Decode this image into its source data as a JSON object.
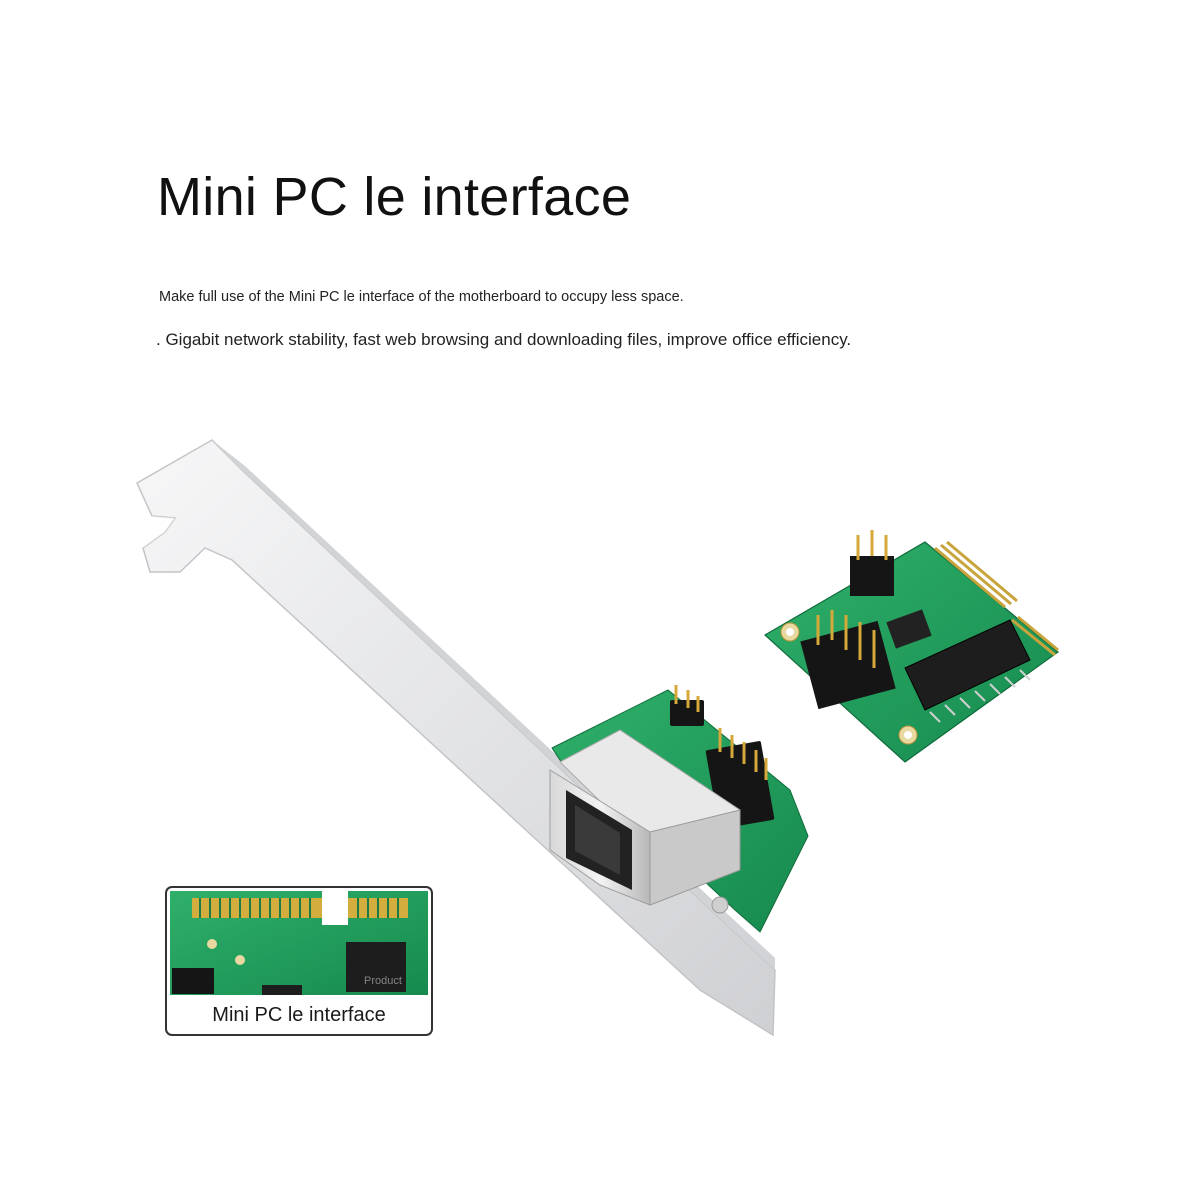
{
  "heading": {
    "title": "Mini PC le interface",
    "line1": "Make full use of the Mini PC le interface of the motherboard to occupy less space.",
    "line2": ". Gigabit network stability, fast web browsing and downloading files, improve office efficiency."
  },
  "inset": {
    "label": "Mini PC le interface",
    "watermark": "Product"
  },
  "colors": {
    "pcb_green": "#1f9a5c",
    "gold_contact": "#c9a43c",
    "bracket_silver": "#e6e7e9",
    "chip_black": "#1d1d1d"
  }
}
